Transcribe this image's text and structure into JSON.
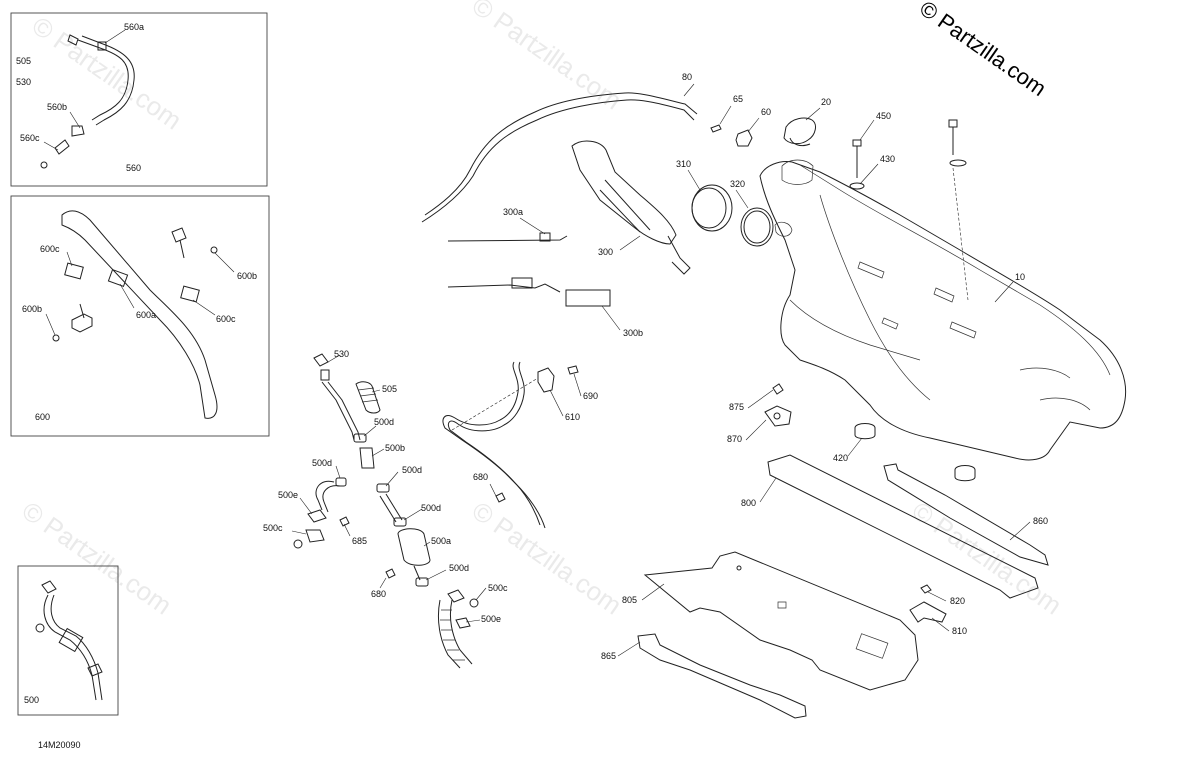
{
  "brand": {
    "text": "© Partzilla.com"
  },
  "watermark": {
    "text": "© Partzilla.com"
  },
  "diagram_code": "14M20090",
  "insets": {
    "top": {
      "labels": [
        "560a",
        "505",
        "530",
        "560b",
        "560c",
        "560"
      ]
    },
    "middle": {
      "labels": [
        "600c",
        "600b",
        "600b",
        "600a",
        "600c",
        "600"
      ]
    },
    "bottom": {
      "labels": [
        "500"
      ]
    }
  },
  "callouts": [
    "80",
    "65",
    "60",
    "20",
    "450",
    "430",
    "310",
    "320",
    "300a",
    "300",
    "300b",
    "10",
    "530",
    "505",
    "500d",
    "500b",
    "500d",
    "500d",
    "500e",
    "500c",
    "685",
    "500d",
    "500a",
    "500d",
    "680",
    "500c",
    "500e",
    "690",
    "610",
    "680",
    "875",
    "870",
    "420",
    "800",
    "860",
    "805",
    "820",
    "810",
    "865"
  ]
}
